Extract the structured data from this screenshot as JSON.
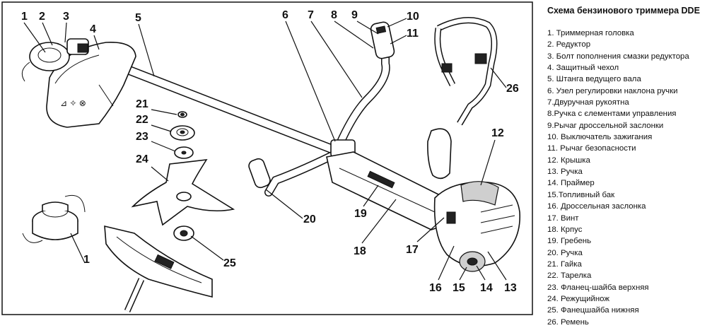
{
  "legend": {
    "title": "Схема бензинового триммера DDE",
    "items": [
      "1. Триммерная головка",
      "2. Редуктор",
      "3. Болт пополнения смазки редуктора",
      "4. Защитный чехол",
      "5. Штанга ведущего вала",
      "6. Узел регулировки наклона ручки",
      "7.Двуручная рукоятна",
      "8.Ручка с єлементами управления",
      "9.Рычаг дроссельной заслонки",
      "10. Выключатель зажигания",
      "11. Рычаг безопасности",
      "12. Крышка",
      "13. Ручка",
      "14. Праймер",
      "15.Топливный бак",
      "16. Дроссельная заслонка",
      "17. Винт",
      "18. Крпус",
      "19. Гребень",
      "20. Ручка",
      "21. Гайка",
      "22. Тарелка",
      "23. Фланец-шайба верхняя",
      "24. Режущийнож",
      "25. Фанецшайба нижняя",
      "26. Ремень"
    ]
  },
  "callouts": {
    "n1": "1",
    "n2": "2",
    "n3": "3",
    "n4": "4",
    "n5": "5",
    "n6": "6",
    "n7": "7",
    "n8": "8",
    "n9": "9",
    "n10": "10",
    "n11": "11",
    "n12": "12",
    "n13": "13",
    "n14": "14",
    "n15": "15",
    "n16": "16",
    "n17": "17",
    "n18": "18",
    "n19": "19",
    "n20": "20",
    "n21": "21",
    "n22": "22",
    "n23": "23",
    "n24": "24",
    "n25": "25",
    "n26": "26",
    "n1b": "1"
  }
}
